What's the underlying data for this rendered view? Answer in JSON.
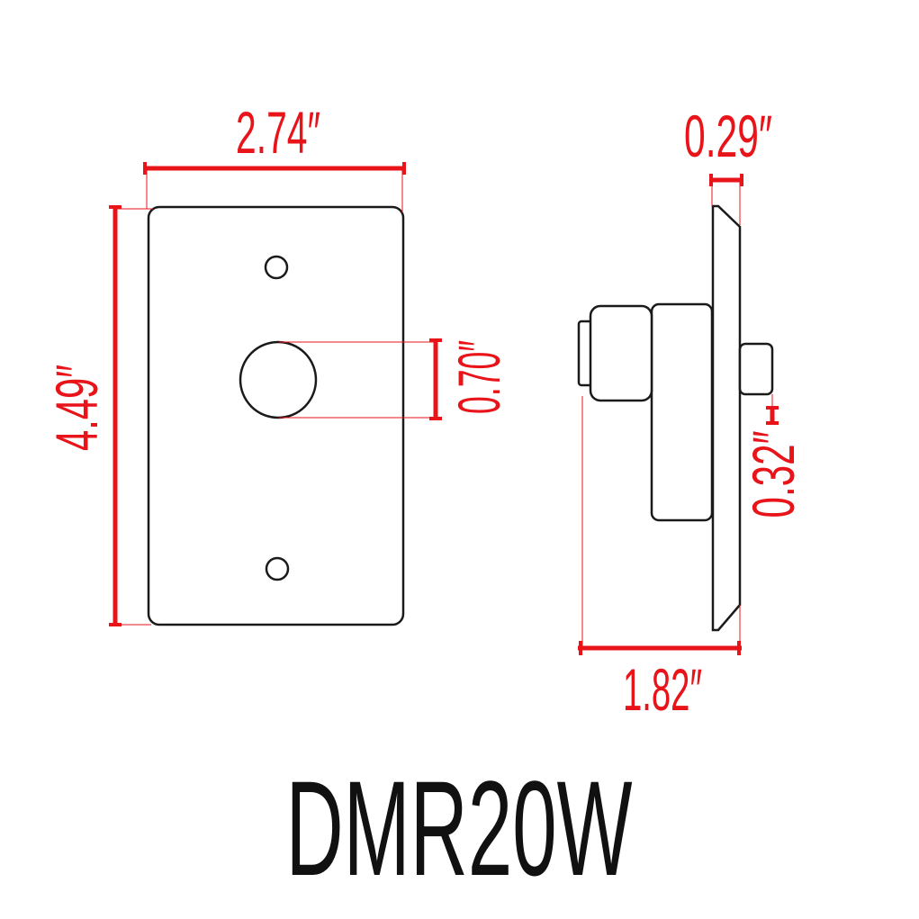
{
  "title": "DMR20W",
  "dimensions": {
    "plate_width": "2.74″",
    "plate_height": "4.49″",
    "knob_hole": "0.70″",
    "plate_thickness": "0.29″",
    "overall_depth": "1.82″",
    "rear_stub": "0.32″"
  },
  "colors": {
    "dimension": "#e8141a",
    "outline": "#1a1a1a"
  }
}
